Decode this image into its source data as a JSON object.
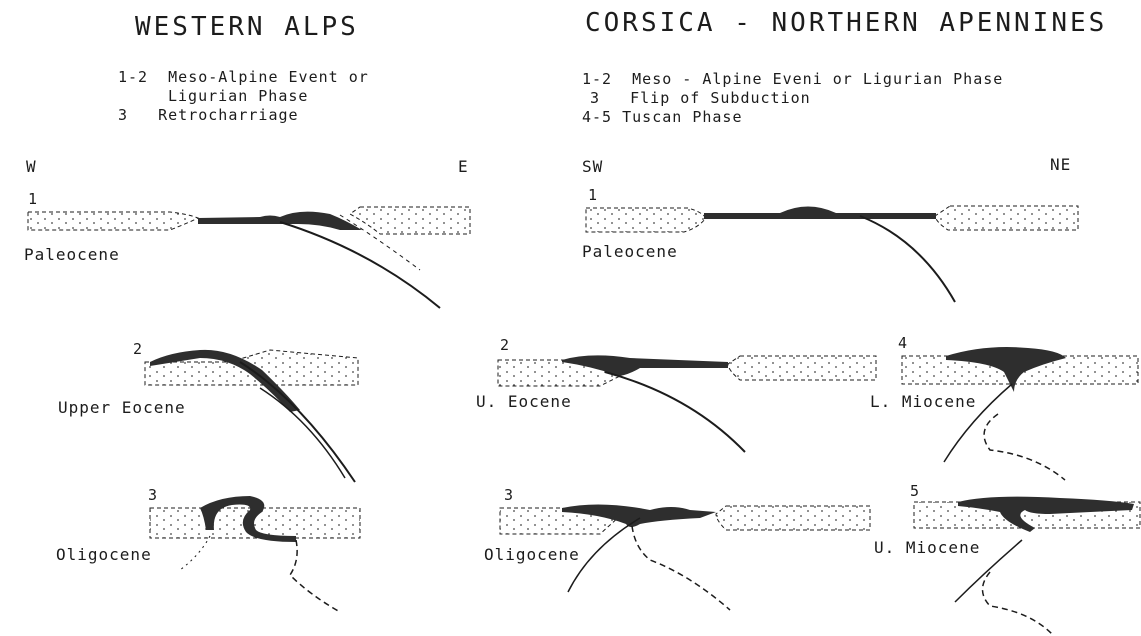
{
  "colors": {
    "ink": "#1c1c1c",
    "crust": "#3a3a3a",
    "paper": "#ffffff"
  },
  "western_alps": {
    "title": "WESTERN ALPS",
    "legend": [
      "1-2  Meso-Alpine Event or",
      "Ligurian Phase",
      "3   Retrocharriage"
    ],
    "dir_west": "W",
    "dir_east": "E",
    "sections": [
      {
        "num": "1",
        "label": "Paleocene"
      },
      {
        "num": "2",
        "label": "Upper Eocene"
      },
      {
        "num": "3",
        "label": "Oligocene"
      }
    ]
  },
  "corsica": {
    "title": "CORSICA - NORTHERN APENNINES",
    "legend": [
      "1-2  Meso - Alpine Eveni or Ligurian Phase",
      "3   Flip of Subduction",
      "4-5 Tuscan Phase"
    ],
    "dir_sw": "SW",
    "dir_ne": "NE",
    "sections": [
      {
        "num": "1",
        "label": "Paleocene"
      },
      {
        "num": "2",
        "label": "U. Eocene"
      },
      {
        "num": "3",
        "label": "Oligocene"
      },
      {
        "num": "4",
        "label": "L. Miocene"
      },
      {
        "num": "5",
        "label": "U. Miocene"
      }
    ]
  }
}
